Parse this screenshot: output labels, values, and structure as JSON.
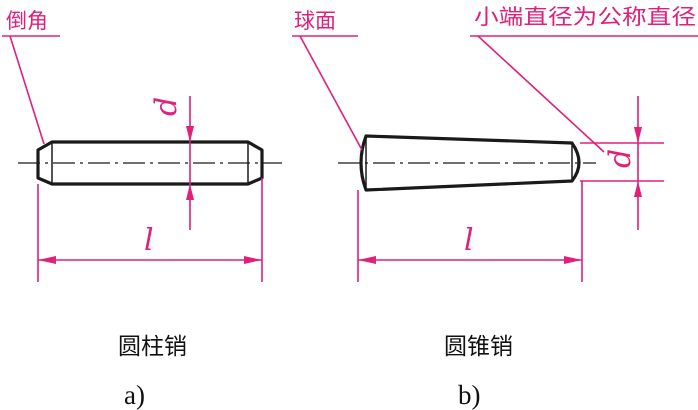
{
  "labels": {
    "chamfer": "倒角",
    "sphere": "球面",
    "small_end_diameter": "小端直径为公称直径"
  },
  "dimensions": {
    "diameter_a": "d",
    "length_a": "l",
    "diameter_b": "d",
    "length_b": "l"
  },
  "captions": {
    "a_name": "圆柱销",
    "a_tag": "a)",
    "b_name": "圆锥销",
    "b_tag": "b)"
  },
  "colors": {
    "annotation": "#e0207a",
    "outline": "#1a1a1a"
  }
}
